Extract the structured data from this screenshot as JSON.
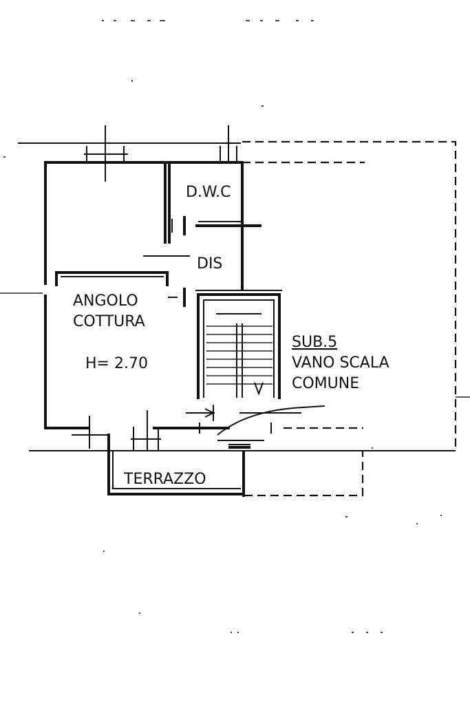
{
  "labels": {
    "dwc": "D.W.C",
    "dis": "DIS",
    "angolo": "ANGOLO",
    "cottura": "COTTURA",
    "height": "H= 2.70",
    "sub": "SUB.5",
    "vano_scala": "VANO SCALA",
    "comune": "COMUNE",
    "terrazzo": "TERRAZZO"
  },
  "colors": {
    "ink": "#111111",
    "paper": "#ffffff"
  }
}
